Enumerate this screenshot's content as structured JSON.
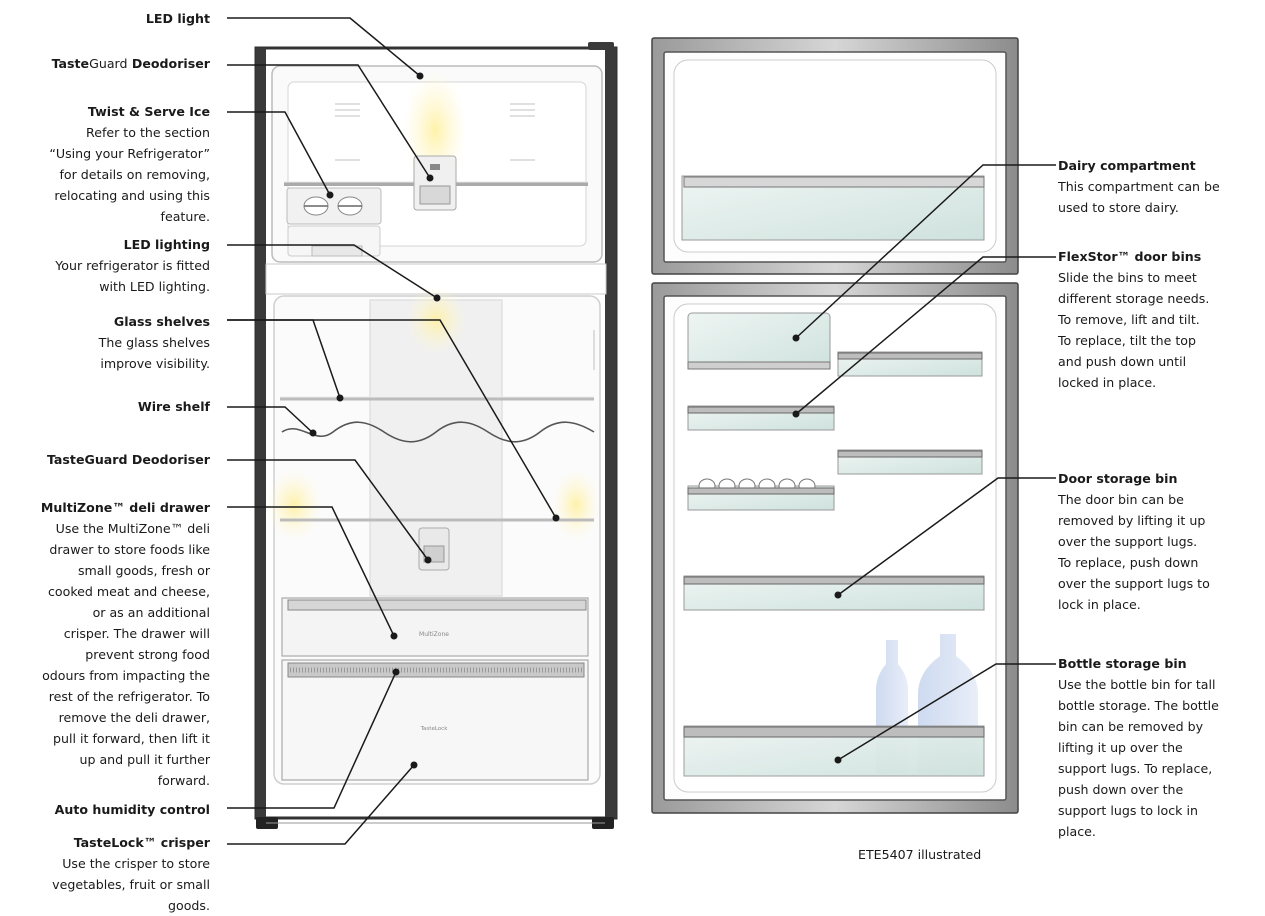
{
  "left_labels": [
    {
      "id": "led-light",
      "title": "LED light",
      "desc": ""
    },
    {
      "id": "tasteguard-1",
      "title_bold_1": "Taste",
      "title_light": "Guard",
      "title_bold_2": " Deodoriser",
      "desc": ""
    },
    {
      "id": "twist-serve",
      "title": "Twist & Serve Ice",
      "desc": "Refer to the section\n“Using your Refrigerator”\nfor details on removing,\nrelocating and using this\nfeature."
    },
    {
      "id": "led-lighting",
      "title": "LED lighting",
      "desc": "Your refrigerator is fitted\nwith LED lighting."
    },
    {
      "id": "glass-shelves",
      "title": "Glass shelves",
      "desc": "The glass shelves\nimprove visibility."
    },
    {
      "id": "wire-shelf",
      "title": "Wire shelf",
      "desc": ""
    },
    {
      "id": "tasteguard-2",
      "title": "TasteGuard Deodoriser",
      "desc": ""
    },
    {
      "id": "multizone",
      "title": "MultiZone™ deli drawer",
      "desc": "Use the MultiZone™ deli\ndrawer to store foods like\nsmall goods, fresh or\ncooked meat and cheese,\nor as an additional\ncrisper. The drawer will\nprevent strong food\nodours from impacting the\nrest of the refrigerator. To\nremove the deli drawer,\npull it forward, then lift it\nup and pull it further\nforward."
    },
    {
      "id": "auto-humidity",
      "title": "Auto humidity control",
      "desc": ""
    },
    {
      "id": "tastelock",
      "title": "TasteLock™ crisper",
      "desc": "Use the crisper to store\nvegetables, fruit or small\ngoods."
    }
  ],
  "right_labels": [
    {
      "id": "dairy",
      "title": "Dairy compartment",
      "desc": "This compartment can be\nused to store dairy."
    },
    {
      "id": "flexstor",
      "title": "FlexStor™ door bins",
      "desc": "Slide the bins to meet\ndifferent storage needs.\nTo remove, lift and tilt.\nTo replace, tilt the top\nand push down until\nlocked in place."
    },
    {
      "id": "door-bin",
      "title": "Door storage bin",
      "desc": "The door bin can be\nremoved by lifting it up\nover the support lugs.\nTo replace, push down\nover the support lugs to\nlock in place."
    },
    {
      "id": "bottle-bin",
      "title": "Bottle storage bin",
      "desc": "Use the bottle bin for tall\nbottle storage. The bottle\nbin can be removed by\nlifting it up over the\nsupport lugs. To replace,\npush down over the\nsupport lugs to lock in\nplace."
    }
  ],
  "caption": "ETE5407 illustrated",
  "drawer_text": "MultiZone",
  "crisper_text": "TasteLock",
  "colors": {
    "line": "#1a1a1a",
    "frame": "#3a3a3a",
    "glow": "#fff3a0",
    "glass": "#d8e8e4"
  }
}
